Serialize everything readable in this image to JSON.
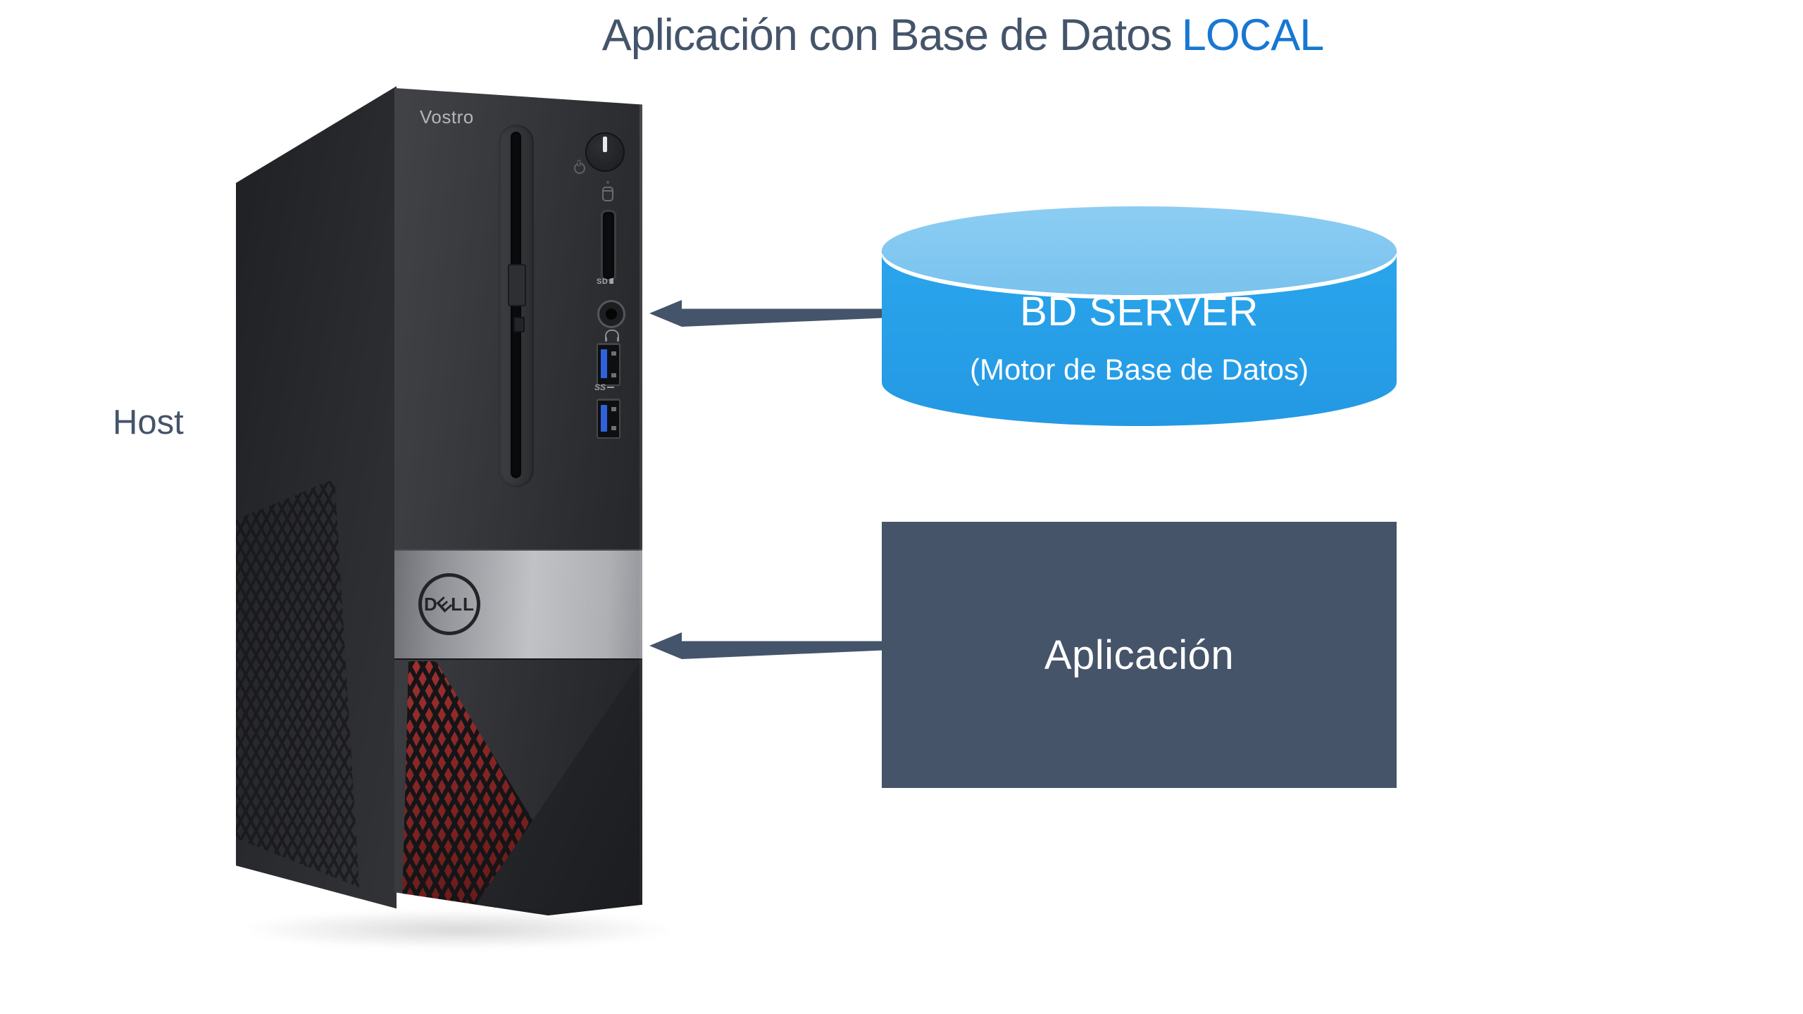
{
  "title": {
    "main": "Aplicación con Base de Datos",
    "highlight": "LOCAL",
    "main_color": "#44546A",
    "highlight_color": "#1877D2"
  },
  "host_label": "Host",
  "computer": {
    "model_label": "Vostro",
    "logo_d": "D",
    "logo_e": "E",
    "logo_ll": "LL",
    "sd_label": "SD",
    "usb3_label": "SS"
  },
  "database": {
    "title": "BD SERVER",
    "subtitle": "(Motor de Base de Datos)",
    "body_color": "#27A0E8",
    "top_color": "#7EC7F0"
  },
  "application": {
    "label": "Aplicación",
    "bg_color": "#455468"
  },
  "arrows": {
    "color": "#44546A",
    "direction": "left"
  }
}
